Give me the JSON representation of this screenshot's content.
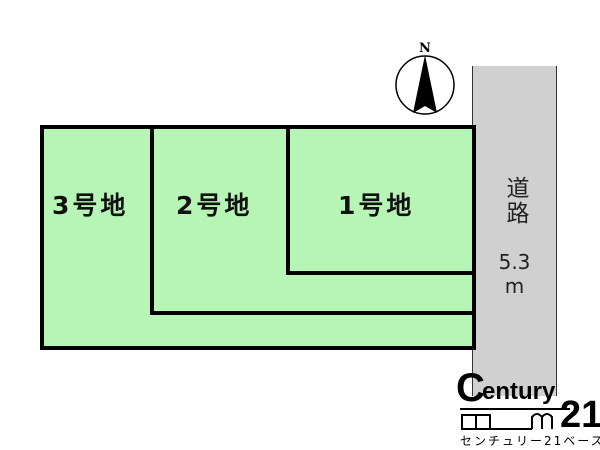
{
  "diagram": {
    "type": "lot-layout",
    "compass": {
      "label": "N"
    },
    "road": {
      "name": "道路",
      "width_value": "5.3",
      "width_unit": "m"
    },
    "lots": [
      {
        "id": "1",
        "label": "1号地"
      },
      {
        "id": "2",
        "label": "2号地"
      },
      {
        "id": "3",
        "label": "3号地"
      }
    ],
    "colors": {
      "lot_fill": "#b6f5b6",
      "road_fill": "#d0d0d0",
      "border": "#000000"
    }
  },
  "branding": {
    "logo_text": "Century 21",
    "logo_subtitle": "センチュリー21ベース"
  }
}
